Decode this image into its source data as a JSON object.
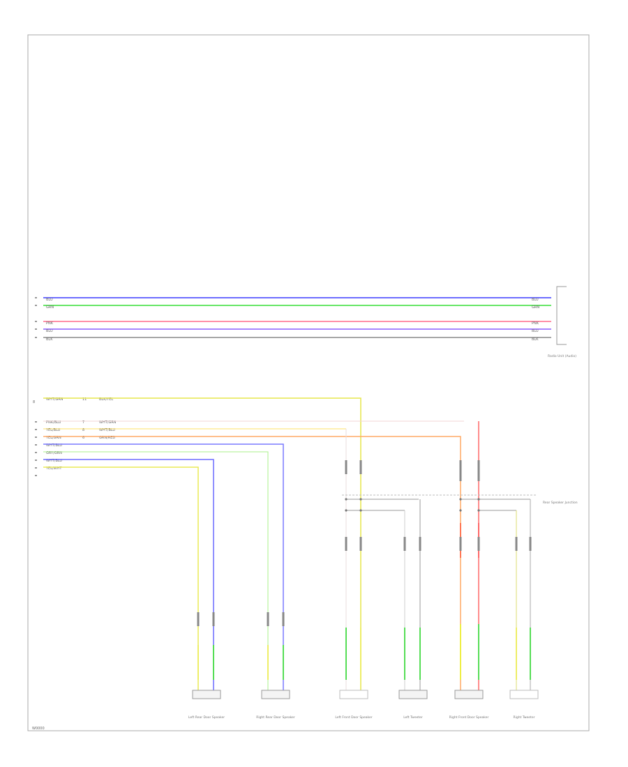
{
  "diagram_id": "W0000",
  "top_bus": {
    "wires": [
      {
        "pin": "",
        "label_left": "BLU",
        "label_right": "BLU",
        "color": "#3b3bff"
      },
      {
        "pin": "",
        "label_left": "GRN",
        "label_right": "GRN",
        "color": "#33dd33"
      },
      {
        "pin": "",
        "label_left": "PNK",
        "label_right": "PNK",
        "color": "#ff6a8a"
      },
      {
        "pin": "",
        "label_left": "BLU",
        "label_right": "BLU",
        "color": "#8a5cff"
      },
      {
        "pin": "",
        "label_left": "BLK",
        "label_right": "BLK",
        "color": "#8a8a8a"
      }
    ],
    "connector_label": "Radio Unit (Audio)"
  },
  "left_bundle": {
    "pin_top": "8",
    "wires": [
      {
        "label": "WHT/GRN",
        "label_mid": "11",
        "label_end": "BLK/YEL",
        "color": "#d9d94a"
      },
      {
        "label": "PNK/BLU",
        "label_mid": "7",
        "label_end": "WHT/GRN",
        "color": "#ffd0d0"
      },
      {
        "label": "YEL/BLU",
        "label_mid": "8",
        "label_end": "WHT/BLU",
        "color": "#ffdd55"
      },
      {
        "label": "YEL/GRN",
        "label_mid": "6",
        "label_end": "GRN/RED",
        "color": "#ffb070"
      },
      {
        "label": "WHT/BLU",
        "label_mid": "",
        "label_end": "",
        "color": "#dddddd"
      },
      {
        "label": "GRY/GRN",
        "label_mid": "",
        "label_end": "",
        "color": "#99ee77"
      },
      {
        "label": "WHT/BLU",
        "label_mid": "",
        "label_end": "",
        "color": "#8888ff"
      },
      {
        "label": "YEL/WHT",
        "label_mid": "",
        "label_end": "",
        "color": "#eeee55"
      }
    ]
  },
  "splice_label": "Rear Speaker Junction",
  "speakers": [
    {
      "name": "Left Rear Door Speaker"
    },
    {
      "name": "Right Rear Door Speaker"
    },
    {
      "name": "Left Front Door Speaker"
    },
    {
      "name": "Left Tweeter"
    },
    {
      "name": "Right Front Door Speaker"
    },
    {
      "name": "Right Tweeter"
    }
  ],
  "colors": {
    "border": "#aaaaaa",
    "yellow": "#f0f060",
    "blue": "#6b6bff",
    "green": "#55dd55",
    "orange": "#ff9966",
    "red": "#ff6666",
    "gray": "#999999",
    "white": "#dddddd"
  }
}
